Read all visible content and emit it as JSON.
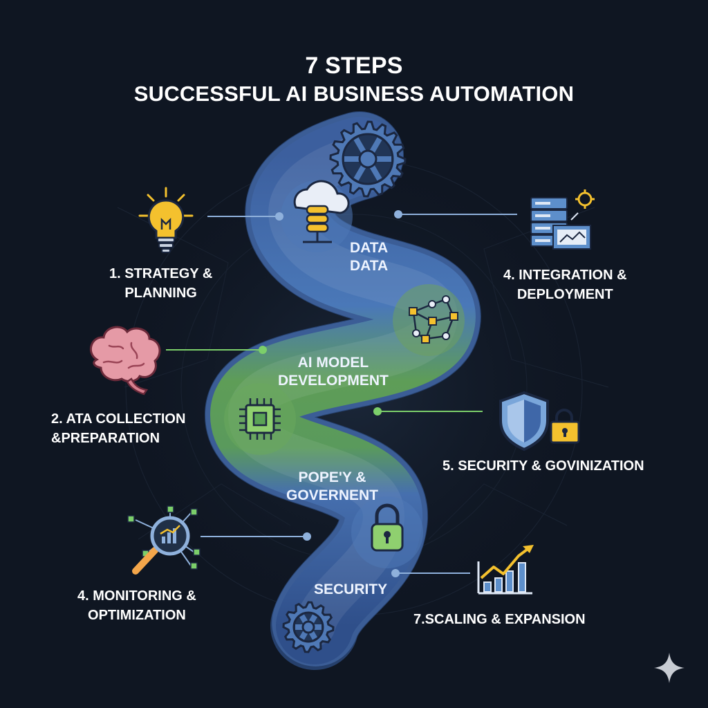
{
  "title": {
    "line1": "7 STEPS",
    "line2": "SUCCESSFUL AI BUSINESS AUTOMATION"
  },
  "path_labels": {
    "data": {
      "line1": "DATA",
      "line2": "DATA"
    },
    "model": {
      "line1": "AI MODEL",
      "line2": "DEVELOPMENT"
    },
    "governance": {
      "line1": "POPE'Y &",
      "line2": "GOVERNENT"
    },
    "security": "SECURITY"
  },
  "steps": {
    "strategy": {
      "line1": "1. STRATEGY &",
      "line2": "PLANNING",
      "icon": "lightbulb-icon"
    },
    "collection": {
      "line1": "2.  ATA COLLECTION",
      "line2": "&PREPARATION",
      "icon": "brain-icon"
    },
    "monitoring": {
      "line1": "4. MONITORING &",
      "line2": "OPTIMIZATION",
      "icon": "magnifier-chart-icon"
    },
    "integration": {
      "line1": "4. INTEGRATION &",
      "line2": "DEPLOYMENT",
      "icon": "server-rack-icon"
    },
    "security": {
      "line1": "5. SECURITY & GOVINIZATION",
      "icon": "shield-lock-icon"
    },
    "scaling": {
      "line1": "7.SCALING & EXPANSION",
      "icon": "growth-chart-icon"
    }
  },
  "colors": {
    "background": "#0f1622",
    "path_blue": "#3f67a8",
    "path_green": "#6fa85a",
    "accent_yellow": "#f4c12e",
    "connector_blue": "#8fb1dc",
    "connector_green": "#7ccf6a"
  }
}
